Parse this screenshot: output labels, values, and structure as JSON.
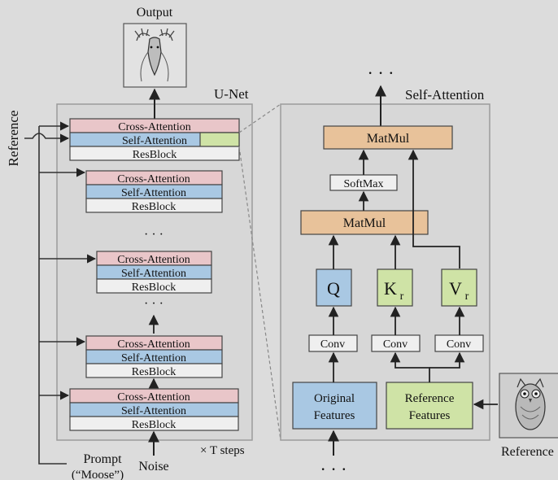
{
  "labels": {
    "output": "Output",
    "unet": "U-Net",
    "self_attention_title": "Self-Attention",
    "reference_left": "Reference",
    "reference_right": "Reference",
    "prompt": "Prompt",
    "prompt_value": "(“Moose”)",
    "noise": "Noise",
    "t_steps": "× T steps",
    "dots": "· · ·",
    "dots_small": "· · ·"
  },
  "unet_blocks": {
    "cross_attention": "Cross-Attention",
    "self_attention": "Self-Attention",
    "resblock": "ResBlock"
  },
  "attention_detail": {
    "matmul_top": "MatMul",
    "softmax": "SoftMax",
    "matmul_bottom": "MatMul",
    "q": "Q",
    "k": "K",
    "k_sub": "r",
    "v": "V",
    "v_sub": "r",
    "conv": "Conv",
    "original_features_line1": "Original",
    "original_features_line2": "Features",
    "reference_features_line1": "Reference",
    "reference_features_line2": "Features"
  },
  "colors": {
    "background": "#dcdcdc",
    "cross_attention": "#e9c6c9",
    "self_attention": "#a9c8e3",
    "self_attention_highlight": "#cfe3a6",
    "resblock": "#efefef",
    "matmul": "#e8c29a",
    "q_box": "#a9c8e3",
    "kv_box": "#cfe3a6"
  }
}
